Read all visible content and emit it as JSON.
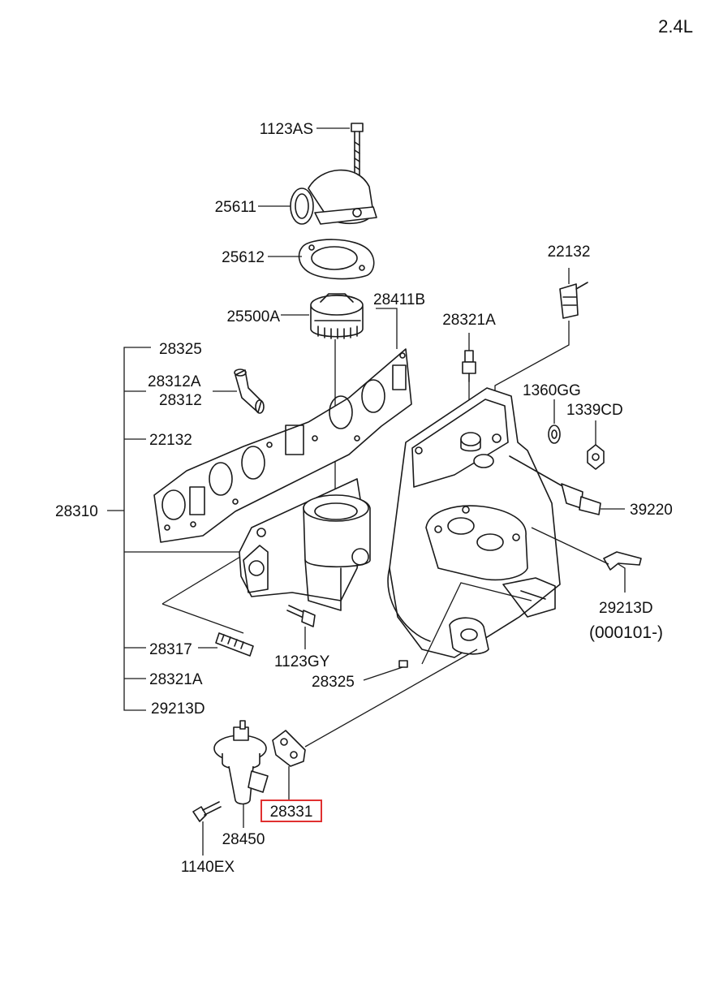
{
  "header": {
    "engine": "2.4L"
  },
  "labels": {
    "p1123AS": "1123AS",
    "p25611": "25611",
    "p25612": "25612",
    "p25500A": "25500A",
    "p28411B": "28411B",
    "p22132_top": "22132",
    "p28321A_top": "28321A",
    "p28325_top": "28325",
    "p28312A": "28312A",
    "p28312": "28312",
    "p22132_left": "22132",
    "p1360GG": "1360GG",
    "p1339CD": "1339CD",
    "p28310": "28310",
    "p39220": "39220",
    "p29213D_right": "29213D",
    "p000101": "(000101-)",
    "p28317": "28317",
    "p1123GY": "1123GY",
    "p28321A_bottom": "28321A",
    "p28325_bottom": "28325",
    "p29213D_bottom": "29213D",
    "p28331": "28331",
    "p28450": "28450",
    "p1140EX": "1140EX"
  },
  "highlight": {
    "part": "28331",
    "color": "#e03030"
  }
}
